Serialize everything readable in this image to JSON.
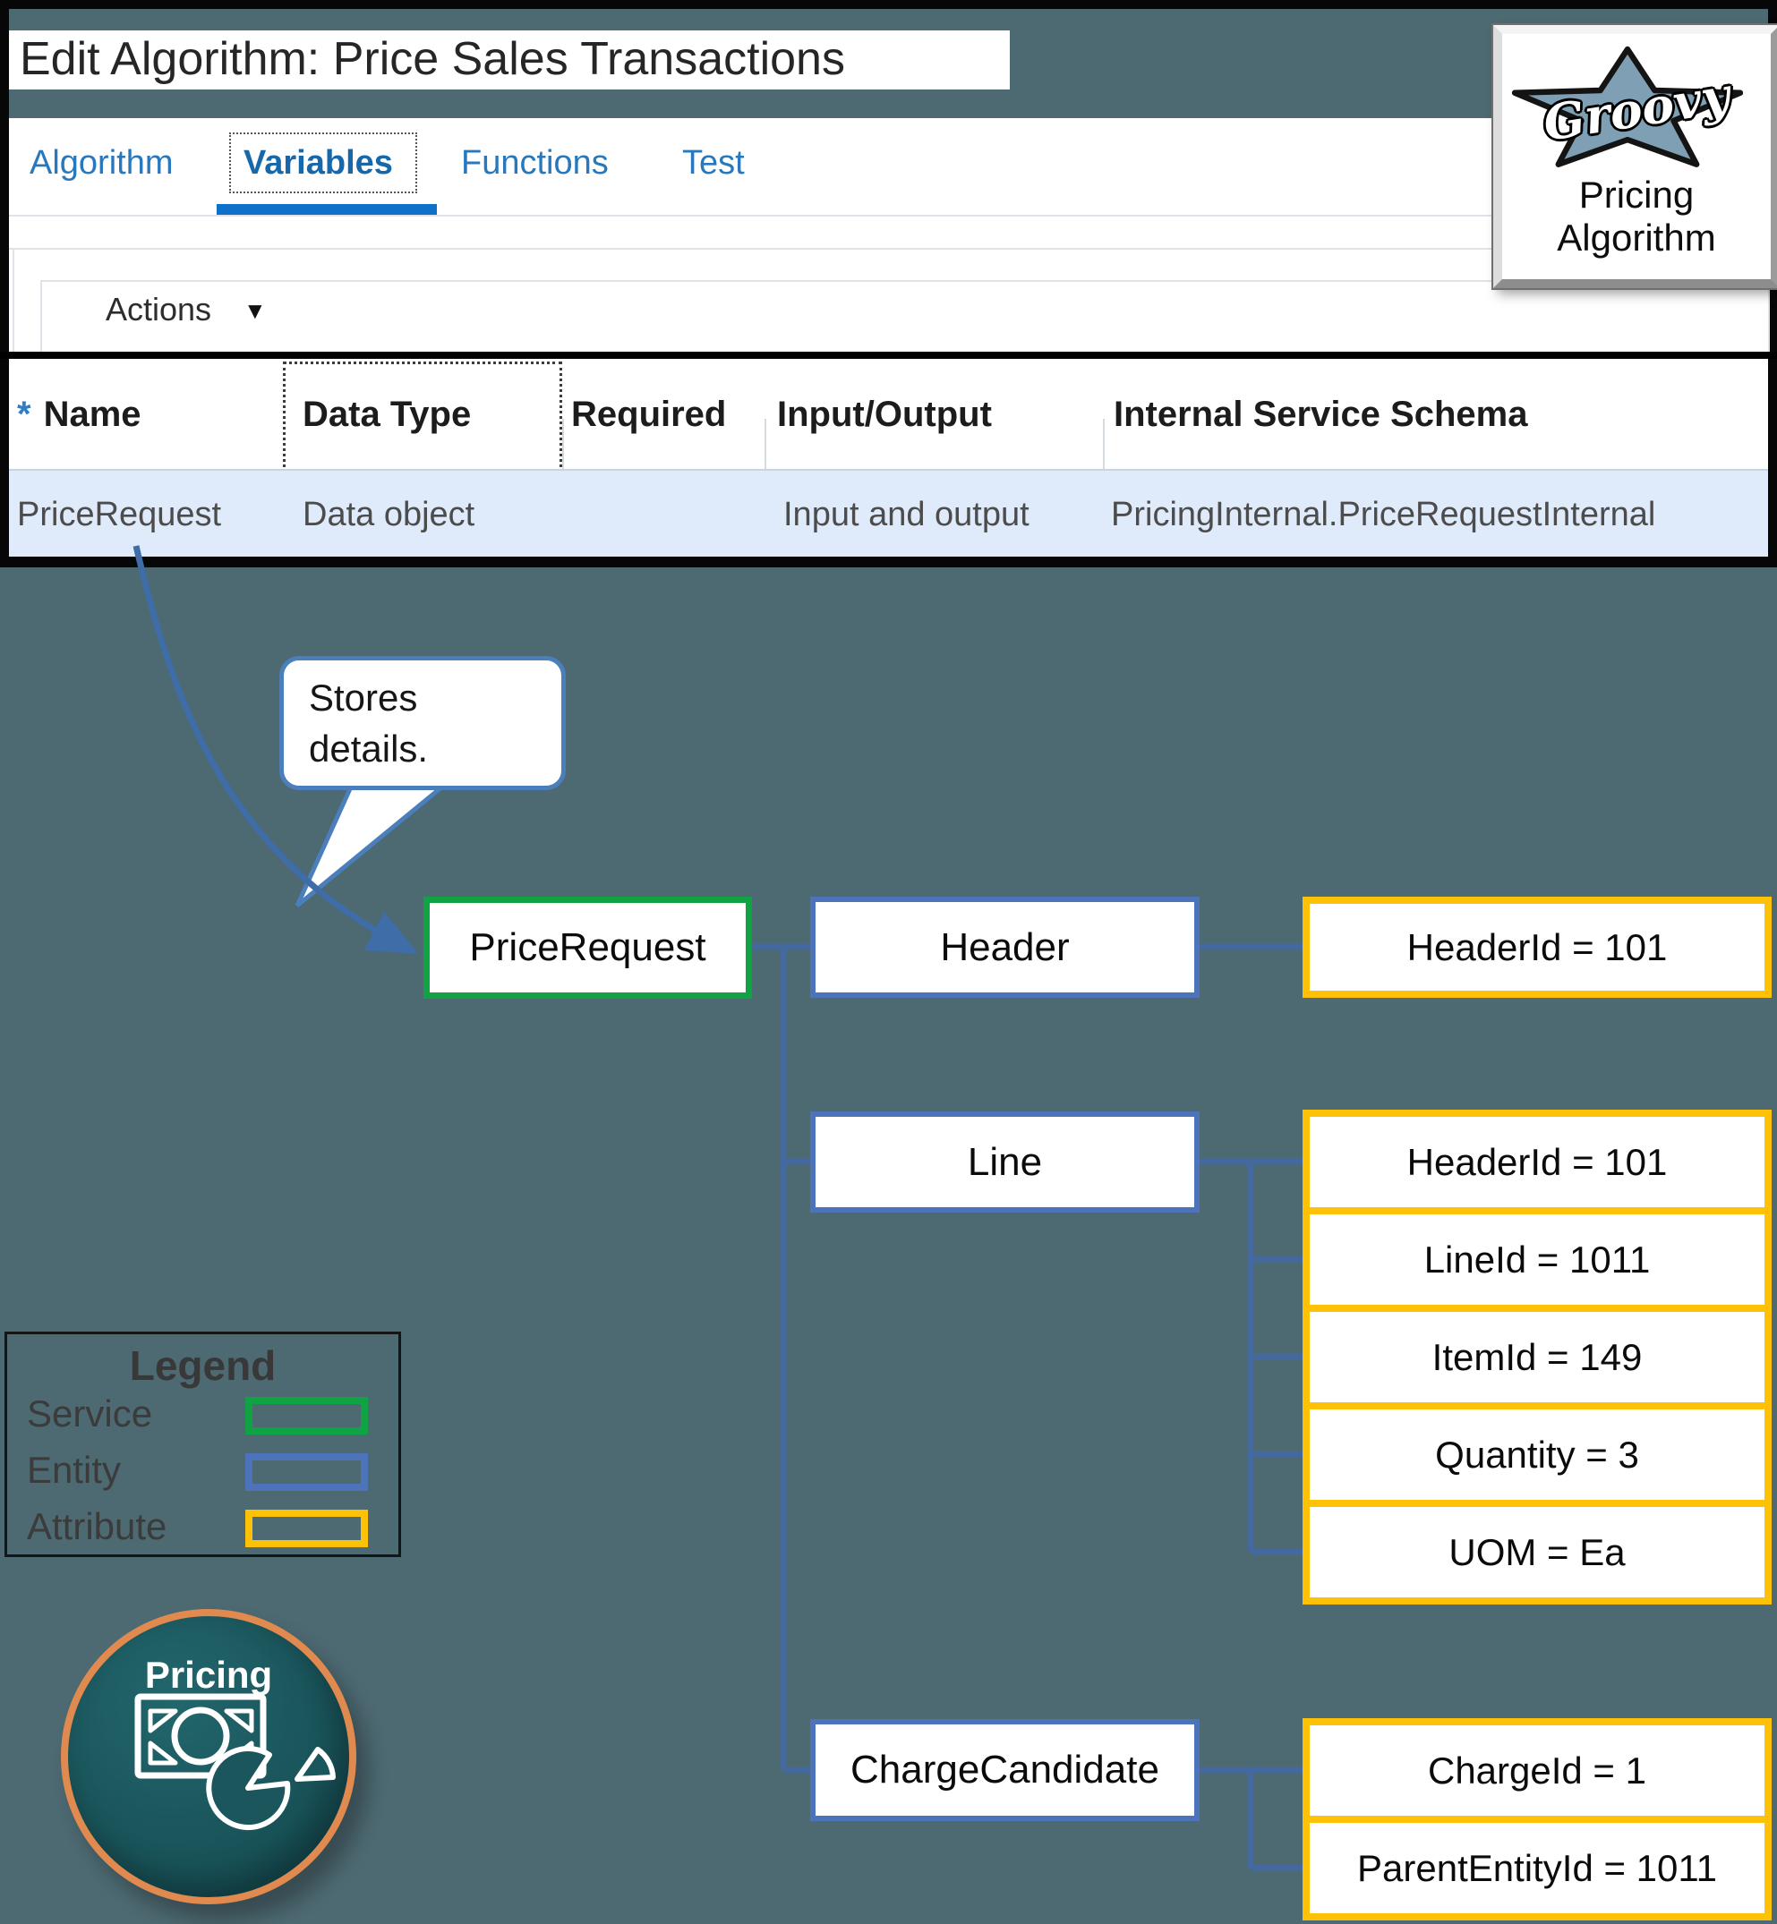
{
  "colors": {
    "background_teal": "#4d6971",
    "tab_blue": "#2878be",
    "active_tab_underline": "#0f70c9",
    "row_highlight": "#dfeafa",
    "service_green": "#10a344",
    "entity_blue": "#4d74ba",
    "attribute_gold": "#fdc107",
    "connector_blue": "#44699f",
    "sticker_orange": "#e08a4f",
    "sticker_teal": "#1a565c"
  },
  "app": {
    "title": "Edit Algorithm: Price Sales Transactions",
    "tabs": [
      {
        "label": "Algorithm"
      },
      {
        "label": "Variables"
      },
      {
        "label": "Functions"
      },
      {
        "label": "Test"
      }
    ],
    "toolbar": {
      "actions_label": "Actions",
      "dropdown_glyph": "▼"
    },
    "table": {
      "required_mark": "*",
      "columns": [
        "Name",
        "Data Type",
        "Required",
        "Input/Output",
        "Internal Service Schema"
      ],
      "row": {
        "name": "PriceRequest",
        "data_type": "Data object",
        "required_glyph": "✓",
        "input_output": "Input and output",
        "schema": "PricingInternal.PriceRequestInternal"
      }
    }
  },
  "badge": {
    "logo_word": "Groovy",
    "caption": [
      "Pricing",
      "Algorithm"
    ]
  },
  "callout": {
    "lines": [
      "Stores",
      "details."
    ]
  },
  "diagram": {
    "service": {
      "label": "PriceRequest"
    },
    "entities": [
      {
        "label": "Header",
        "attributes": [
          "HeaderId = 101"
        ]
      },
      {
        "label": "Line",
        "attributes": [
          "HeaderId = 101",
          "LineId = 1011",
          "ItemId = 149",
          "Quantity = 3",
          "UOM = Ea"
        ]
      },
      {
        "label": "ChargeCandidate",
        "attributes": [
          "ChargeId = 1",
          "ParentEntityId = 1011"
        ]
      }
    ]
  },
  "legend": {
    "title": "Legend",
    "items": [
      {
        "label": "Service"
      },
      {
        "label": "Entity"
      },
      {
        "label": "Attribute"
      }
    ]
  },
  "sticker": {
    "label": "Pricing"
  }
}
